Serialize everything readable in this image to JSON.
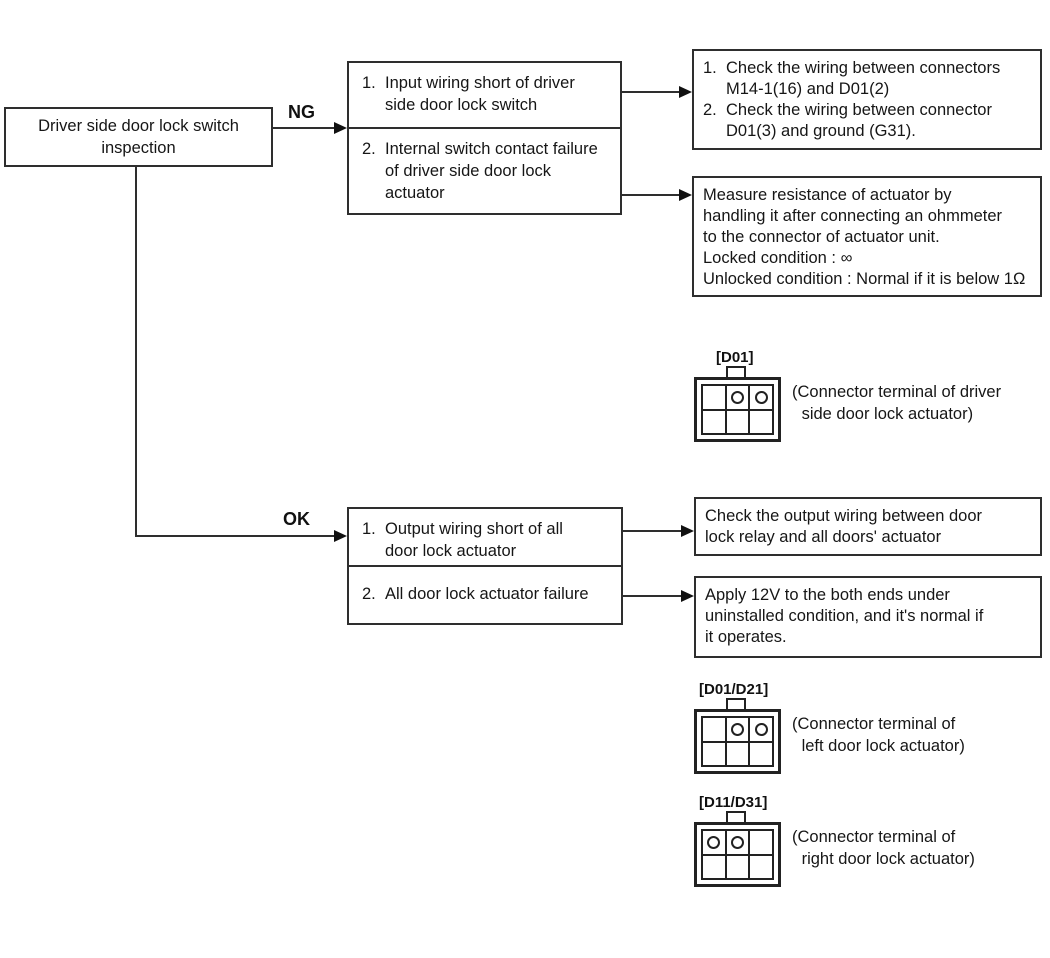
{
  "flow": {
    "start": {
      "lines": [
        "Driver side door lock switch",
        "inspection"
      ]
    },
    "ng_label": "NG",
    "ok_label": "OK",
    "ng_causes": {
      "item1": {
        "num": "1.",
        "lines": [
          "Input wiring short of driver",
          "side door lock switch"
        ]
      },
      "item2": {
        "num": "2.",
        "lines": [
          "Internal switch contact failure",
          "of driver side door lock",
          "actuator"
        ]
      }
    },
    "wiring_check": {
      "item1": {
        "num": "1.",
        "lines": [
          "Check the wiring between connectors",
          "M14-1(16) and D01(2)"
        ]
      },
      "item2": {
        "num": "2.",
        "lines": [
          "Check the wiring between connector",
          "D01(3) and ground (G31)."
        ]
      }
    },
    "resistance_check": {
      "lines": [
        "Measure resistance of actuator by",
        "handling it after connecting an ohmmeter",
        "to the connector of actuator unit.",
        "Locked condition : ∞",
        "Unlocked condition : Normal if it is below 1Ω"
      ]
    },
    "ok_causes": {
      "item1": {
        "num": "1.",
        "lines": [
          "Output wiring short of all",
          "door lock actuator"
        ]
      },
      "item2": {
        "num": "2.",
        "lines": [
          "All door lock actuator failure"
        ]
      }
    },
    "output_wiring_check": {
      "lines": [
        "Check the output wiring between door",
        "lock relay and all doors' actuator"
      ]
    },
    "apply_12v_check": {
      "lines": [
        "Apply 12V to the both ends under",
        "uninstalled condition, and it's normal if",
        "it operates."
      ]
    }
  },
  "connectors": {
    "d01": {
      "label": "[D01]",
      "caption_lines": [
        "(Connector terminal of driver",
        " side door lock actuator)"
      ],
      "pins": [
        "none",
        "circle",
        "circle"
      ]
    },
    "d01_d21": {
      "label": "[D01/D21]",
      "caption_lines": [
        "(Connector terminal of",
        " left door lock actuator)"
      ],
      "pins": [
        "none",
        "circle",
        "circle"
      ]
    },
    "d11_d31": {
      "label": "[D11/D31]",
      "caption_lines": [
        "(Connector terminal of",
        " right door lock actuator)"
      ],
      "pins": [
        "circle",
        "circle",
        "none"
      ]
    }
  },
  "colors": {
    "line": "#2e2e2e",
    "text": "#161616",
    "background": "#ffffff"
  }
}
